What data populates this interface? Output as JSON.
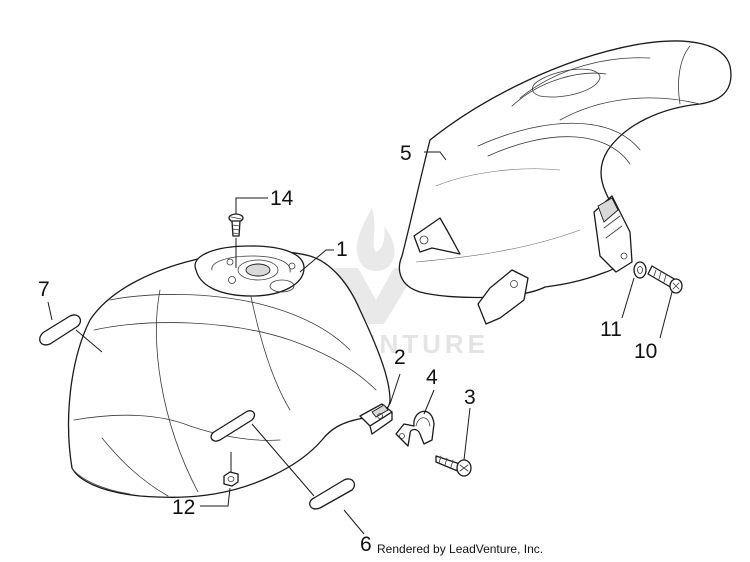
{
  "callouts": [
    "1",
    "2",
    "3",
    "4",
    "5",
    "6",
    "7",
    "10",
    "11",
    "12",
    "14"
  ],
  "footer": "Rendered by LeadVenture, Inc.",
  "watermark": "LEADVENTURE",
  "colors": {
    "line": "#1a1a1a",
    "background": "#ffffff",
    "watermark": "#e4e4e4"
  }
}
